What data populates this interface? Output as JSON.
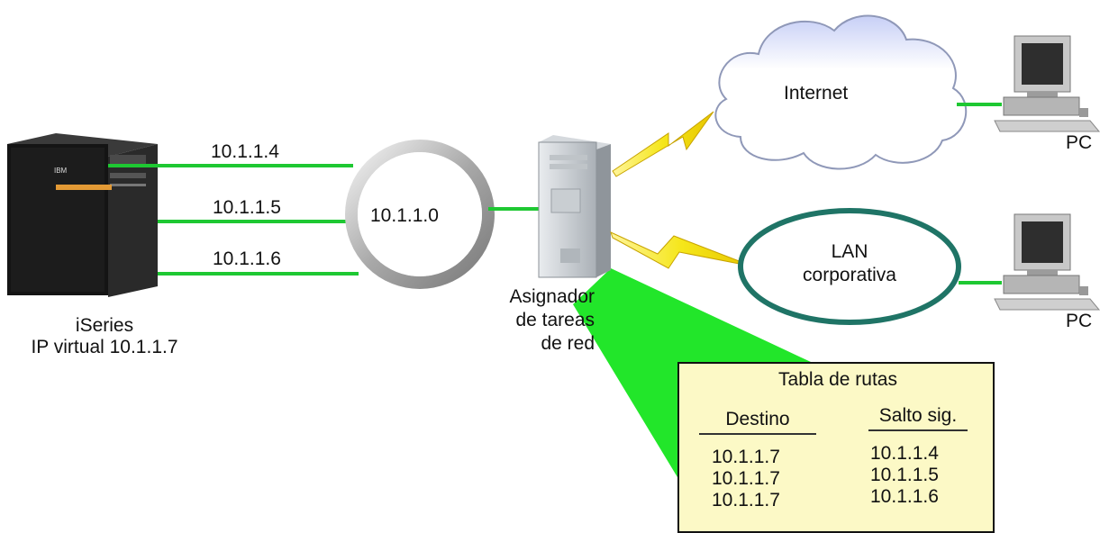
{
  "server": {
    "name": "iSeries",
    "virtual_ip": "IP virtual 10.1.1.7"
  },
  "links": [
    {
      "ip": "10.1.1.4"
    },
    {
      "ip": "10.1.1.5"
    },
    {
      "ip": "10.1.1.6"
    }
  ],
  "network_ring": {
    "label": "10.1.1.0"
  },
  "dispatcher": {
    "line1": "Asignador",
    "line2": "de tareas",
    "line3": "de red"
  },
  "internet": {
    "label": "Internet"
  },
  "lan": {
    "line1": "LAN",
    "line2": "corporativa"
  },
  "pcs": [
    {
      "label": "PC"
    },
    {
      "label": "PC"
    }
  ],
  "routing_table": {
    "title": "Tabla de rutas",
    "col_destination": "Destino",
    "col_next_hop": "Salto sig.",
    "rows": [
      {
        "destination": "10.1.1.7",
        "next_hop": "10.1.1.4"
      },
      {
        "destination": "10.1.1.7",
        "next_hop": "10.1.1.5"
      },
      {
        "destination": "10.1.1.7",
        "next_hop": "10.1.1.6"
      }
    ]
  },
  "colors": {
    "link_green": "#1ec832",
    "lan_ring": "#1f7466",
    "bolt": "#f5e61a",
    "beam": "#22e62a",
    "table_bg": "#fcf9c6"
  }
}
